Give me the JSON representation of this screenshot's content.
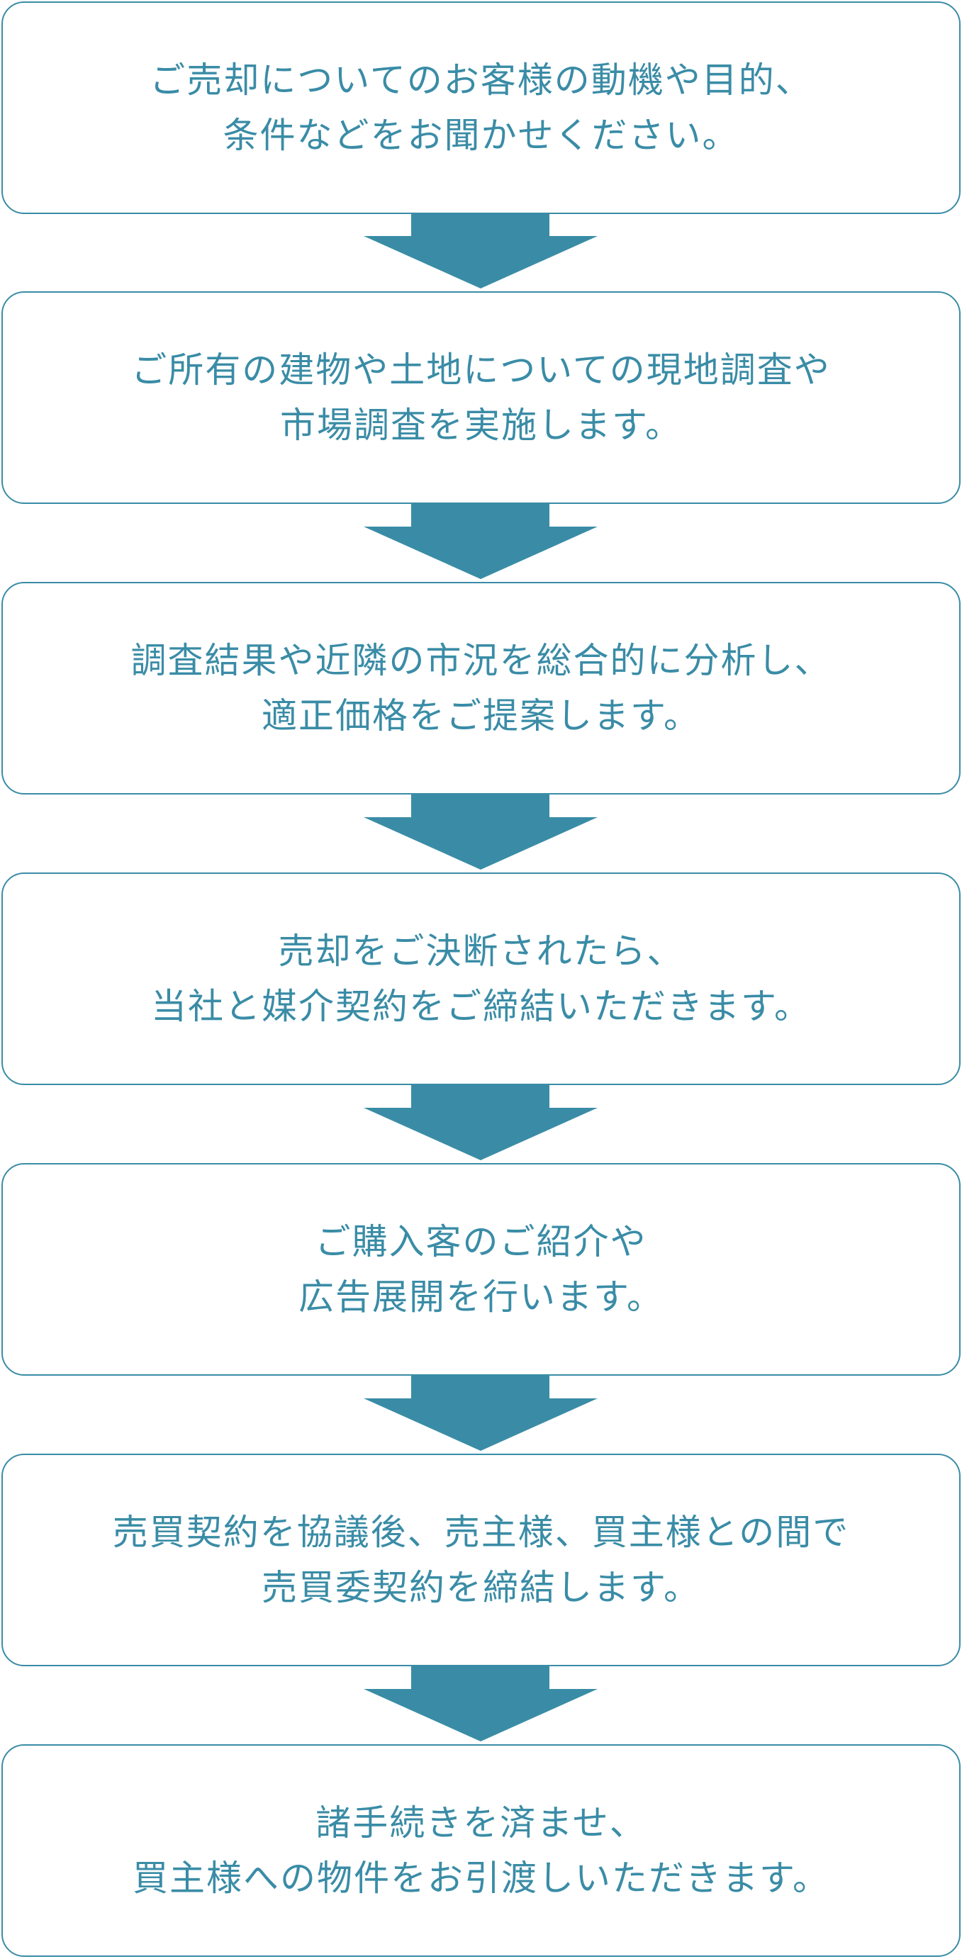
{
  "colors": {
    "accent": "#3a8ca6",
    "background": "#ffffff"
  },
  "steps": [
    {
      "line1": "ご売却についてのお客様の動機や目的、",
      "line2": "条件などをお聞かせください。"
    },
    {
      "line1": "ご所有の建物や土地についての現地調査や",
      "line2": "市場調査を実施します。"
    },
    {
      "line1": "調査結果や近隣の市況を総合的に分析し、",
      "line2": "適正価格をご提案します。"
    },
    {
      "line1": "売却をご決断されたら、",
      "line2": "当社と媒介契約をご締結いただきます。"
    },
    {
      "line1": "ご購入客のご紹介や",
      "line2": "広告展開を行います。"
    },
    {
      "line1": "売買契約を協議後、売主様、買主様との間で",
      "line2": "売買委契約を締結します。"
    },
    {
      "line1": "諸手続きを済ませ、",
      "line2": "買主様への物件をお引渡しいただきます。"
    }
  ],
  "connectors": [
    {
      "icon": "down-arrow-icon"
    },
    {
      "icon": "down-arrow-icon"
    },
    {
      "icon": "down-arrow-icon"
    },
    {
      "icon": "down-arrow-icon"
    },
    {
      "icon": "down-arrow-icon"
    },
    {
      "icon": "down-arrow-icon"
    }
  ]
}
